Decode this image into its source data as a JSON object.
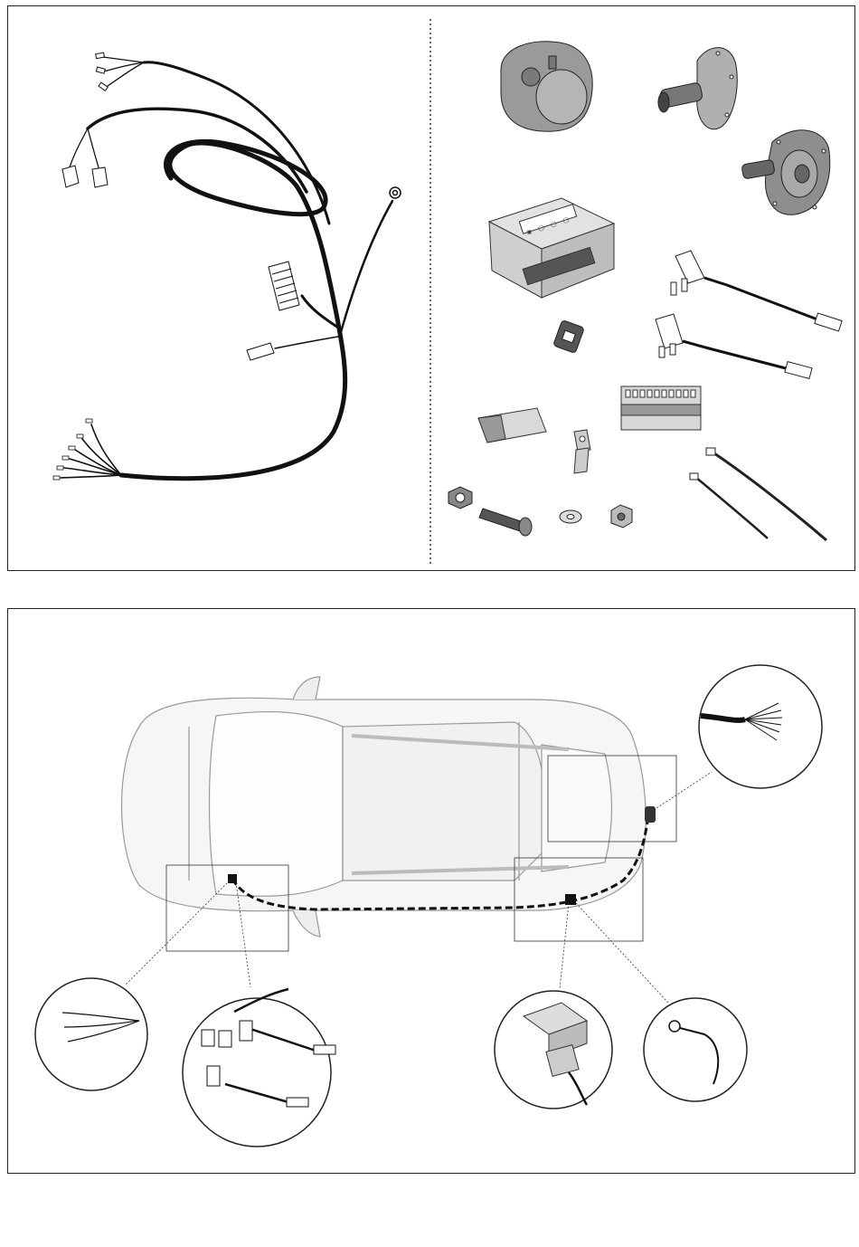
{
  "module_badge": {
    "symbols": [
      "▣",
      "◯",
      "◯",
      "◯"
    ]
  },
  "top_panel": {
    "left_items": [
      "main-wiring-harness"
    ],
    "right_items": [
      "seven-pin-socket",
      "socket-seal-rubber-boot",
      "socket-mounting-gasket",
      "electronic-control-module",
      "add-a-fuse-tap-blade",
      "add-a-fuse-tap-mini",
      "wire-splice-connector",
      "twelve-pin-connector-block",
      "adhesive-pad",
      "ground-bracket",
      "nyloc-nut",
      "mounting-bolt",
      "flat-washer",
      "hex-nut",
      "cable-tie-long",
      "cable-tie-short"
    ]
  },
  "bottom_panel": {
    "callouts": [
      "rear-socket-wire-ends",
      "front-signal-taps",
      "fuse-tap-connections",
      "control-module-connection",
      "ground-eyelet"
    ]
  }
}
